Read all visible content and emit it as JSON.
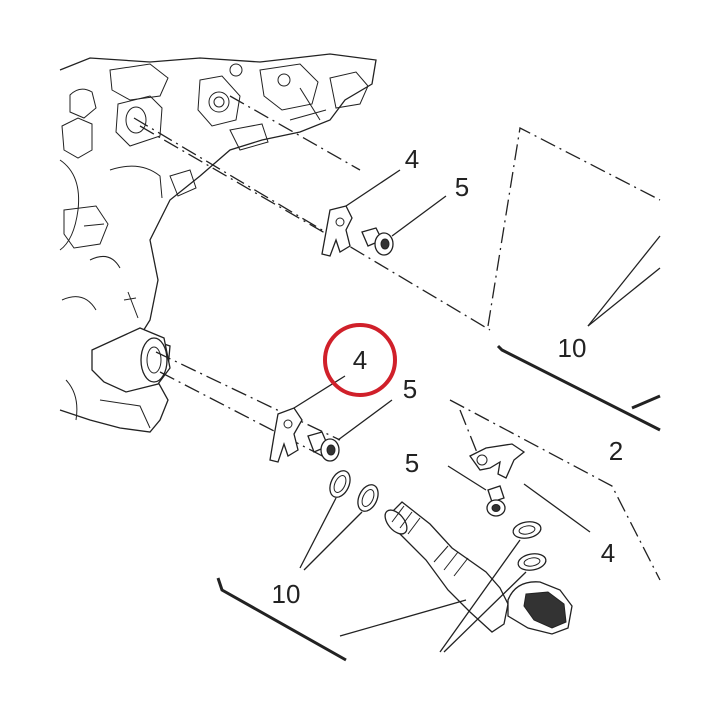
{
  "labels": {
    "clip_upper": "4",
    "bolt_upper": "5",
    "clip_highlighted": "4",
    "bolt_middle": "5",
    "bolt_lower": "5",
    "clip_lower": "4",
    "seals_left": "10",
    "seals_right": "10",
    "pipe": "2"
  },
  "colors": {
    "line": "#222222",
    "highlight": "#d0202a",
    "background": "#ffffff"
  }
}
